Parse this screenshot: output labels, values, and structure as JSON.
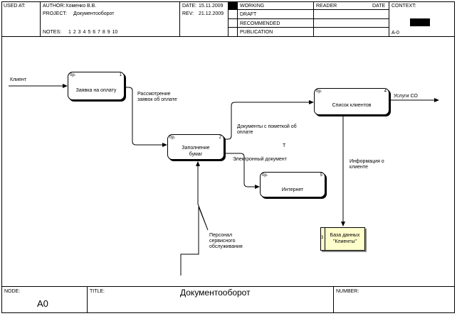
{
  "header": {
    "used_at": "USED AT:",
    "author_label": "AUTHOR:",
    "author": "Хоменко В.В.",
    "project_label": "PROJECT:",
    "project": "Документооборот",
    "date_label": "DATE:",
    "date": "15.11.2009",
    "rev_label": "REV:",
    "rev": "21.12.2009",
    "notes_label": "NOTES:",
    "notes": "1 2 3 4 5 6 7 8 9 10",
    "status": [
      "WORKING",
      "DRAFT",
      "RECOMMENDED",
      "PUBLICATION"
    ],
    "reader": "READER",
    "date_col": "DATE",
    "context": "CONTEXT:",
    "node_ref": "A-0"
  },
  "boxes": [
    {
      "op": "0р.",
      "num": "1",
      "label": "Заявка на оплату"
    },
    {
      "op": "0р.",
      "num": "2",
      "label": "Заполнение бумаг"
    },
    {
      "op": "0р.",
      "num": "4",
      "label": "Список клиентов"
    },
    {
      "op": "0р.",
      "num": "5",
      "label": "Интернет"
    }
  ],
  "store": {
    "id": "3",
    "label": "База данных \"Клиенты\""
  },
  "arrow_labels": {
    "client": "Клиент",
    "review": "Рассмотрение заявок об оплате",
    "docs": "Документы с пометкой об оплате",
    "t": "Т",
    "edoc": "Электронный документ",
    "services": "Услуги СО",
    "info": "Информация о клиенте",
    "staff": "Персонал сервисного обслуживания"
  },
  "footer": {
    "node_label": "NODE:",
    "node": "A0",
    "title_label": "TITLE:",
    "title": "Документооборот",
    "number_label": "NUMBER:"
  }
}
